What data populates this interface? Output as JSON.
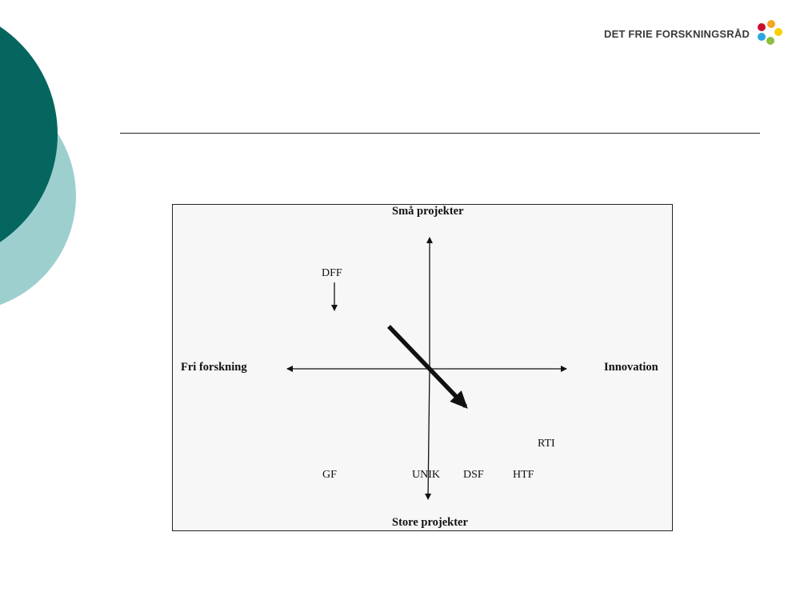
{
  "logo": {
    "text": "DET FRIE FORSKNINGSRÅD",
    "dot_colors": [
      "#c8102e",
      "#f5a623",
      "#2aa7df",
      "#f8d100",
      "#8cbe3f"
    ]
  },
  "theme": {
    "teal_dark": "#04665f",
    "teal_light": "#9ecfcf"
  },
  "diagram": {
    "axis_top": "Små projekter",
    "axis_bottom": "Store projekter",
    "axis_left": "Fri forskning",
    "axis_right": "Innovation",
    "labels": {
      "dff": "DFF",
      "rti": "RTI",
      "gf": "GF",
      "unik": "UNIK",
      "dsf": "DSF",
      "htf": "HTF"
    }
  }
}
